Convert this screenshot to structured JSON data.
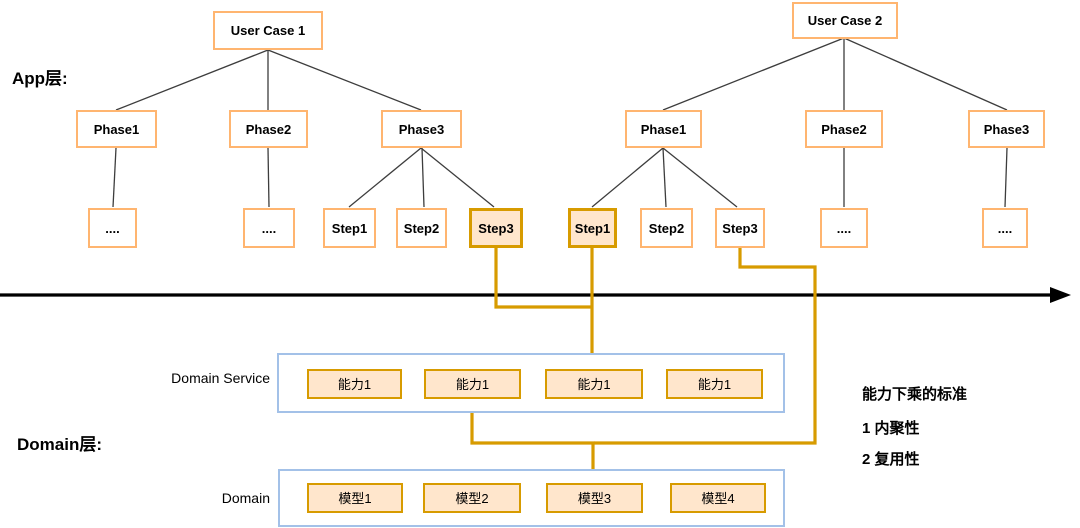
{
  "app_layer": {
    "label": "App层:",
    "trees": [
      {
        "root": "User Case 1",
        "phases": [
          "Phase1",
          "Phase2",
          "Phase3"
        ],
        "leaves": [
          "....",
          "....",
          "Step1",
          "Step2",
          "Step3"
        ],
        "highlighted_leaf": "Step3"
      },
      {
        "root": "User Case 2",
        "phases": [
          "Phase1",
          "Phase2",
          "Phase3"
        ],
        "leaves": [
          "Step1",
          "Step2",
          "Step3",
          "....",
          "...."
        ],
        "highlighted_leaf": "Step1"
      }
    ]
  },
  "domain_layer": {
    "label": "Domain层:",
    "service_row": {
      "label": "Domain Service",
      "boxes": [
        "能力1",
        "能力1",
        "能力1",
        "能力1"
      ]
    },
    "domain_row": {
      "label": "Domain",
      "boxes": [
        "模型1",
        "模型2",
        "模型3",
        "模型4"
      ]
    }
  },
  "annotations": {
    "heading": "能力下乘的标准",
    "items": [
      "1 内聚性",
      "2 复用性"
    ]
  },
  "colors": {
    "light_orange_border": "#FFB570",
    "gold": "#D79B00",
    "peach_fill": "#FFE6CC",
    "container_blue_border": "#A3C1E8",
    "tree_edge": "#3D3D3D",
    "axis_black": "#000000"
  }
}
